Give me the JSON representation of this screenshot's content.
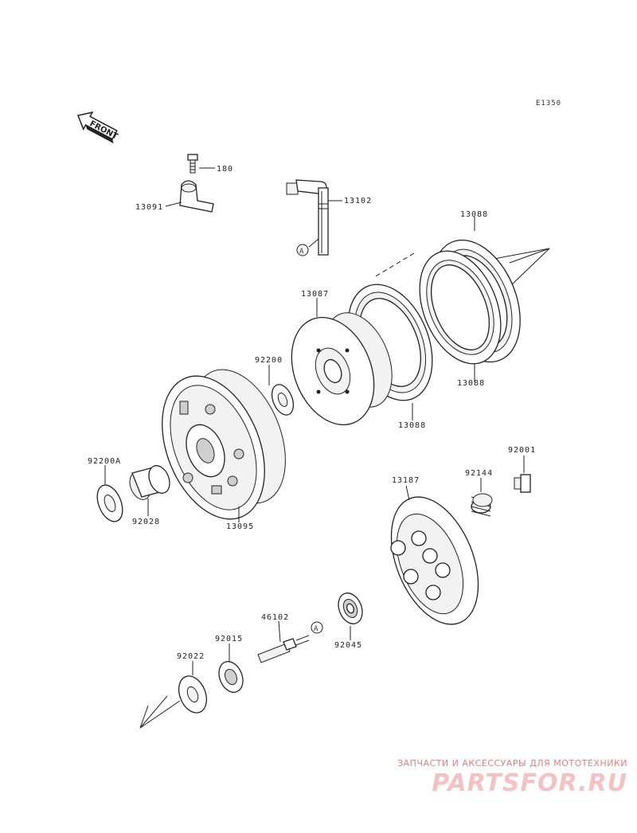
{
  "diagram_code": "E1350",
  "front_label": "FRONT",
  "ref_marker": "A",
  "parts": {
    "p180": "180",
    "p13091": "13091",
    "p13102": "13102",
    "p13088_top": "13088",
    "p13088_mid": "13088",
    "p13088_low": "13088",
    "p13087": "13087",
    "p92200": "92200",
    "p92200A": "92200A",
    "p92028": "92028",
    "p13095": "13095",
    "p92001": "92001",
    "p92144": "92144",
    "p13187": "13187",
    "p46102": "46102",
    "p92015": "92015",
    "p92045": "92045",
    "p92022": "92022"
  },
  "watermark": {
    "tagline": "ЗАПЧАСТИ И АКСЕССУАРЫ ДЛЯ МОТОТЕХНИКИ",
    "logo": "PARTSFOR.RU"
  }
}
